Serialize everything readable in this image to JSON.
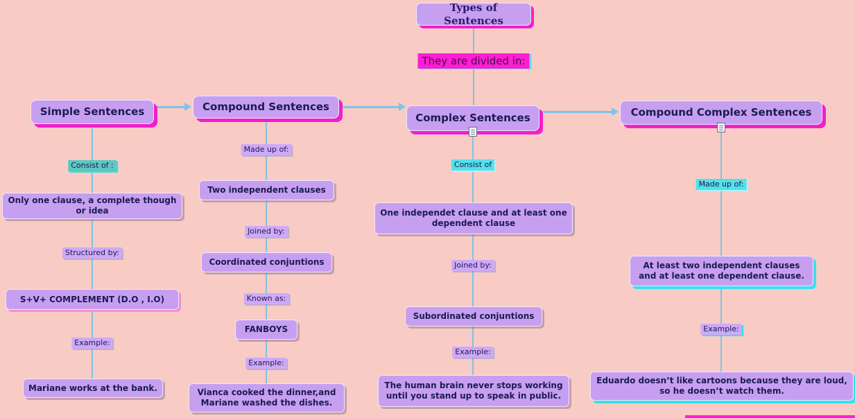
{
  "colors": {
    "background": "#f8ccc4",
    "node_fill": "#c79ff1",
    "node_text": "#1b1b50",
    "heading_shadow_magenta": "#f31fc9",
    "cyan_accent": "#3ae0ee",
    "teal_accent": "#5cc8c0",
    "lavender_accent": "#cfa9f7",
    "magenta_highlight": "#ff1ed2",
    "connector_blue": "#7ec3e8"
  },
  "icons": {
    "complex_heading": "note-icon",
    "compound_complex_heading": "note-icon"
  },
  "root": {
    "title": "Types of Sentences"
  },
  "divider": {
    "text": "They are divided in:"
  },
  "branches": {
    "simple": {
      "heading": "Simple Sentences",
      "consist_label": "Consist of :",
      "consist_box": "Only one clause, a complete though or idea",
      "structured_label": "Structured by:",
      "structure_box": "S+V+ COMPLEMENT (D.O , I.O)",
      "example_label": "Example:",
      "example_box": "Mariane works at the bank."
    },
    "compound": {
      "heading": "Compound Sentences",
      "madeup_label": "Made up of:",
      "clauses_box": "Two independent clauses",
      "joined_label": "Joined by:",
      "conjunctions_box": "Coordinated conjuntions",
      "known_label": "Known as:",
      "fanboys_box": "FANBOYS",
      "example_label": "Example:",
      "example_box": "Vianca cooked the dinner,and Mariane washed the dishes."
    },
    "complex": {
      "heading": "Complex Sentences",
      "consist_label": "Consist of",
      "consist_box": "One independet clause and at least one dependent clause",
      "joined_label": "Joined by:",
      "conjunctions_box": "Subordinated conjuntions",
      "example_label": "Example:",
      "example_box": "The human brain never stops working until you stand up to speak in public."
    },
    "compound_complex": {
      "heading": "Compound Complex Sentences",
      "madeup_label": "Made up of:",
      "clauses_box": "At least two independent clauses and at least one dependent clause.",
      "example_label": "Example:",
      "example_box": "Eduardo doesn’t like cartoons because they are loud, so he doesn’t watch them."
    }
  }
}
